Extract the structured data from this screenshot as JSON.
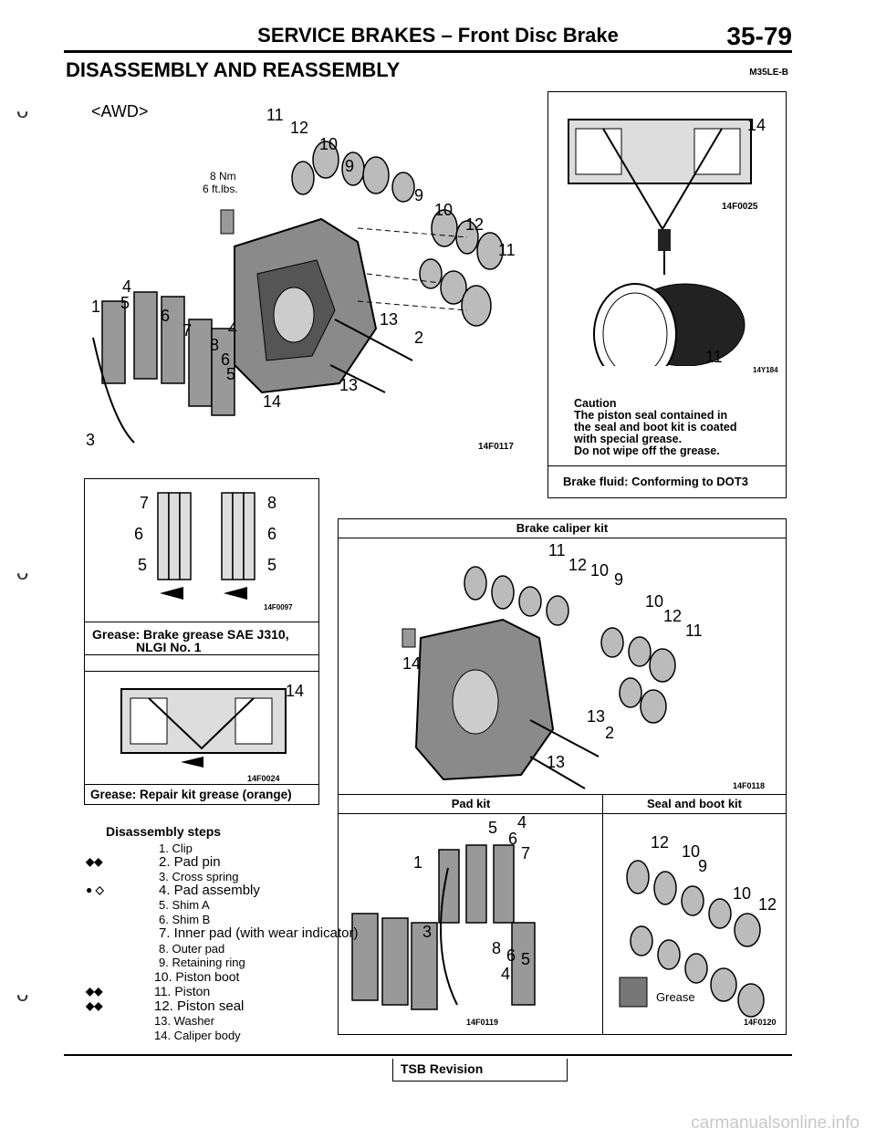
{
  "header": {
    "title": "SERVICE BRAKES – Front Disc Brake",
    "page_number": "35-79",
    "section_title": "DISASSEMBLY AND REASSEMBLY",
    "section_code": "M35LE-B"
  },
  "main_diagram": {
    "variant": "<AWD>",
    "torque_nm": "8 Nm",
    "torque_ftlbs": "6 ft.lbs.",
    "figure_code": "14F0117"
  },
  "seal_diagram": {
    "figure_code_top": "14F0025",
    "figure_code_bottom": "14Y184",
    "caution_title": "Caution",
    "caution_lines": [
      "The piston seal contained in",
      "the seal and boot kit is coated",
      "with special grease.",
      "Do not wipe off the grease."
    ],
    "brake_fluid": "Brake fluid: Conforming to DOT3"
  },
  "pad_grease": {
    "figure_code": "14F0097",
    "text_line1": "Grease: Brake grease SAE J310,",
    "text_line2": "NLGI No. 1"
  },
  "repair_grease": {
    "figure_code": "14F0024",
    "text": "Grease: Repair kit grease (orange)"
  },
  "kits": {
    "caliper_kit": "Brake caliper kit",
    "caliper_code": "14F0118",
    "pad_kit": "Pad kit",
    "pad_code": "14F0119",
    "seal_kit": "Seal and boot kit",
    "seal_code": "14F0120",
    "grease_label": "Grease"
  },
  "steps": {
    "title": "Disassembly steps",
    "items": [
      {
        "text": "1.  Clip",
        "marker": ""
      },
      {
        "text": "2. Pad pin",
        "marker": "◆◆"
      },
      {
        "text": "3.  Cross  spring",
        "marker": ""
      },
      {
        "text": "4. Pad assembly",
        "marker": "● ◇"
      },
      {
        "text": "5.  Shim  A",
        "marker": ""
      },
      {
        "text": "6.  Shim  B",
        "marker": ""
      },
      {
        "text": "7. Inner pad (with wear indicator)",
        "marker": ""
      },
      {
        "text": "8.  Outer  pad",
        "marker": ""
      },
      {
        "text": "9.  Retaining  ring",
        "marker": ""
      },
      {
        "text": "10.  Piston boot",
        "marker": ""
      },
      {
        "text": "11.  Piston",
        "marker": "◆◆"
      },
      {
        "text": "12. Piston seal",
        "marker": "◆◆"
      },
      {
        "text": "13.  Washer",
        "marker": ""
      },
      {
        "text": "14.  Caliper  body",
        "marker": ""
      }
    ]
  },
  "footer": {
    "tsb": "TSB Revision"
  },
  "watermark": "carmanualsonline.info"
}
